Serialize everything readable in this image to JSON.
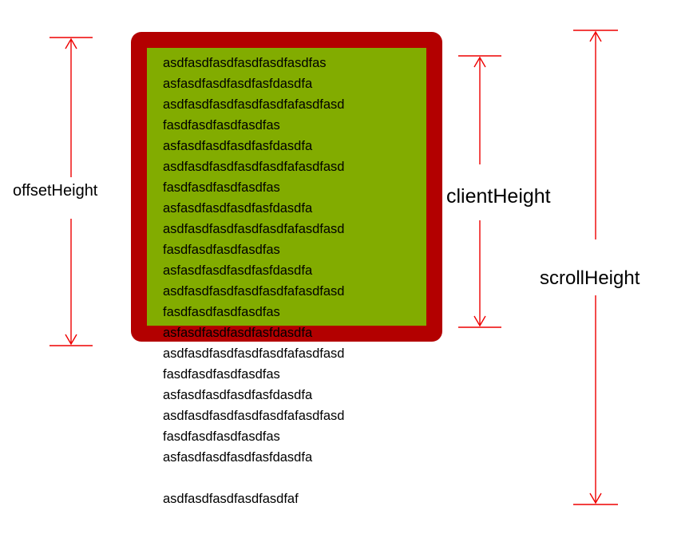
{
  "box": {
    "border_color": "#b30000",
    "content_color": "#82ac00"
  },
  "content_lines": [
    "asdfasdfasdfasdfasdfasdfas",
    "asfasdfasdfasdfasfdasdfa",
    "asdfasdfasdfasdfasdfafasdfasd",
    "fasdfasdfasdfasdfas",
    "asfasdfasdfasdfasfdasdfa",
    "asdfasdfasdfasdfasdfafasdfasd",
    "fasdfasdfasdfasdfas",
    "asfasdfasdfasdfasfdasdfa",
    "asdfasdfasdfasdfasdfafasdfasd",
    "fasdfasdfasdfasdfas",
    "asfasdfasdfasdfasfdasdfa",
    "asdfasdfasdfasdfasdfafasdfasd",
    "fasdfasdfasdfasdfas",
    "asfasdfasdfasdfasfdasdfa",
    "asdfasdfasdfasdfasdfafasdfasd",
    "fasdfasdfasdfasdfas",
    "asfasdfasdfasdfasfdasdfa",
    "asdfasdfasdfasdfasdfafasdfasd",
    "fasdfasdfasdfasdfas",
    "asfasdfasdfasdfasfdasdfa",
    "",
    "asdfasdfasdfasdfasdfaf"
  ],
  "dimensions": {
    "offset_label": "offsetHeight",
    "client_label": "clientHeight",
    "scroll_label": "scrollHeight",
    "arrow_color": "#ee0000"
  }
}
